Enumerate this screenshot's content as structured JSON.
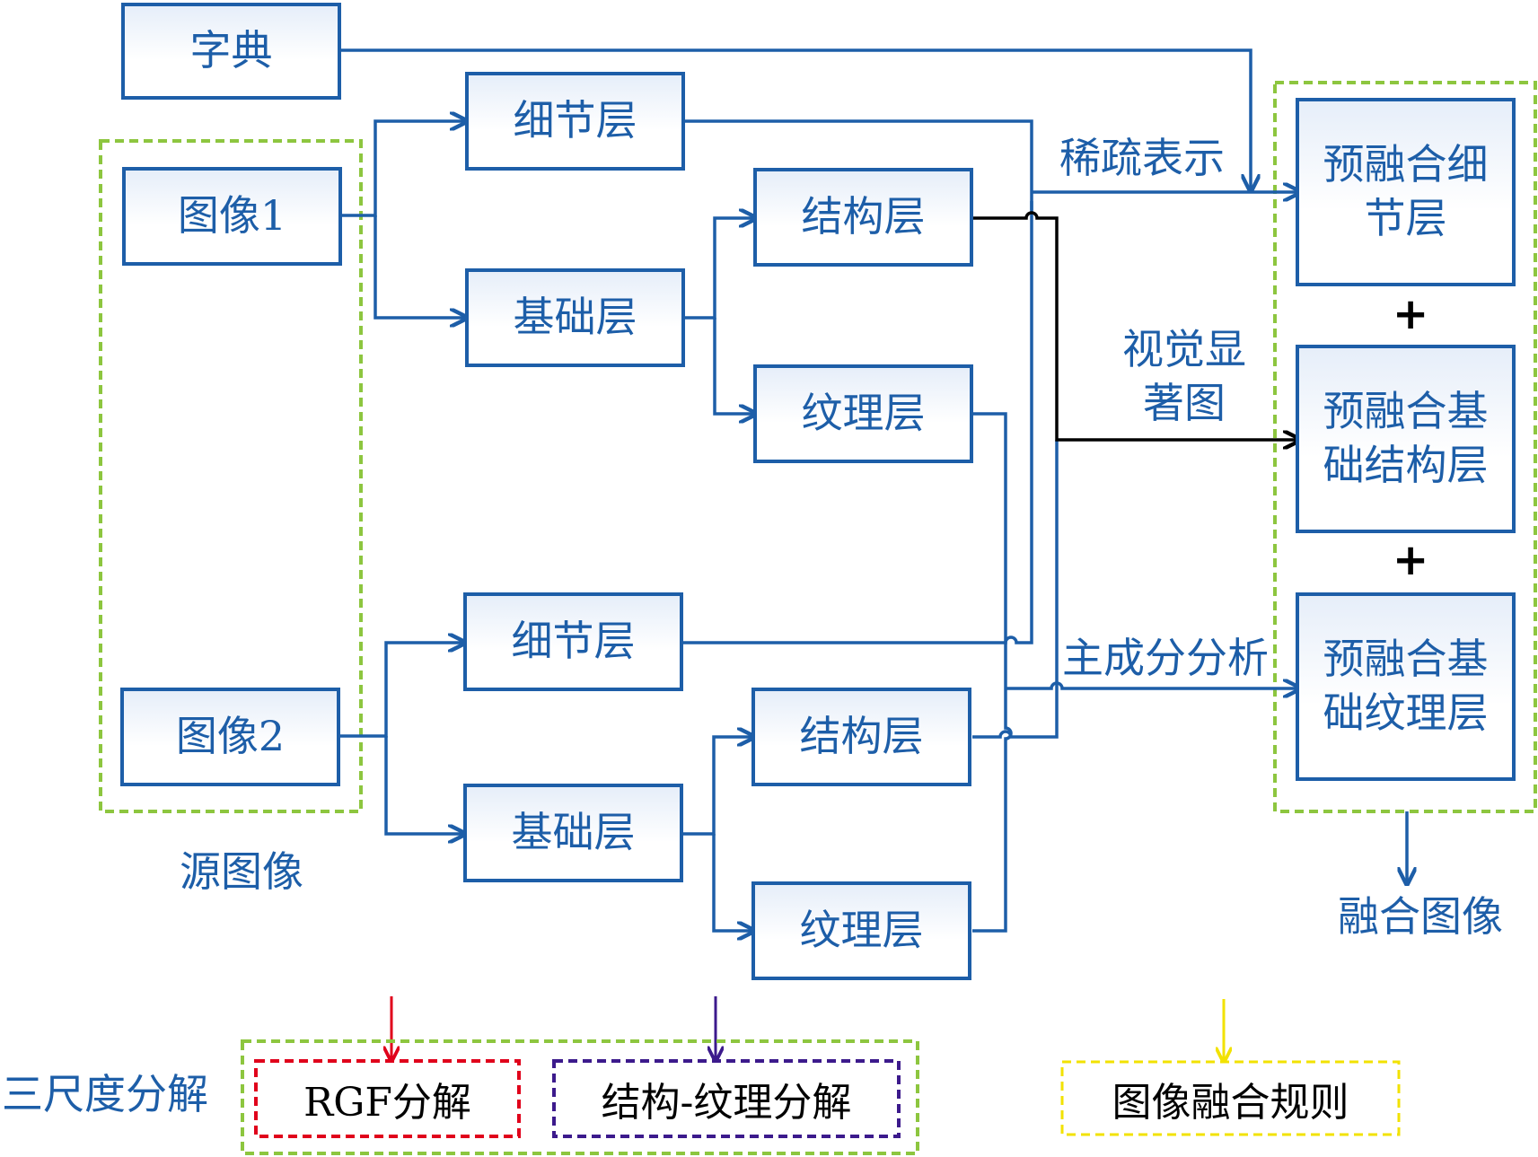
{
  "dictionary": "字典",
  "source_images": [
    "图像1",
    "图像2"
  ],
  "source_label": "源图像",
  "layers": {
    "detail": "细节层",
    "base": "基础层",
    "structure": "结构层",
    "texture": "纹理层"
  },
  "methods": {
    "sparse": "稀疏表示",
    "saliency": "视觉显\n著图",
    "pca": "主成分分析"
  },
  "prefused": [
    "预融合细\n节层",
    "预融合基\n础结构层",
    "预融合基\n础纹理层"
  ],
  "plus_sign": "+",
  "fused_label": "融合图像",
  "legend": {
    "title": "三尺度分解",
    "rgf": "RGF分解",
    "structure_texture": "结构-纹理分解",
    "fusion_rules": "图像融合规则"
  },
  "colors": {
    "blue": "#1d5ea8",
    "black": "#000000",
    "green": "#8dc63f",
    "red": "#e0001b",
    "purple": "#3c1a8c",
    "yellow": "#f2e200"
  }
}
